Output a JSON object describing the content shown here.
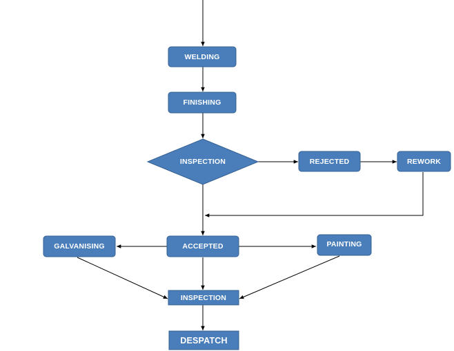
{
  "colors": {
    "box_fill": "#4a7ebb",
    "box_border": "#355f91",
    "connector": "#000000",
    "label_text": "#ffffff"
  },
  "steps": {
    "welding": "WELDING",
    "finishing": "FINISHING",
    "inspection_decision": "INSPECTION",
    "rejected": "REJECTED",
    "rework": "REWORK",
    "accepted": "ACCEPTED",
    "galvanising": "GALVANISING",
    "painting": "PAINTING",
    "final_inspection": "INSPECTION",
    "despatch": "DESPATCH"
  }
}
